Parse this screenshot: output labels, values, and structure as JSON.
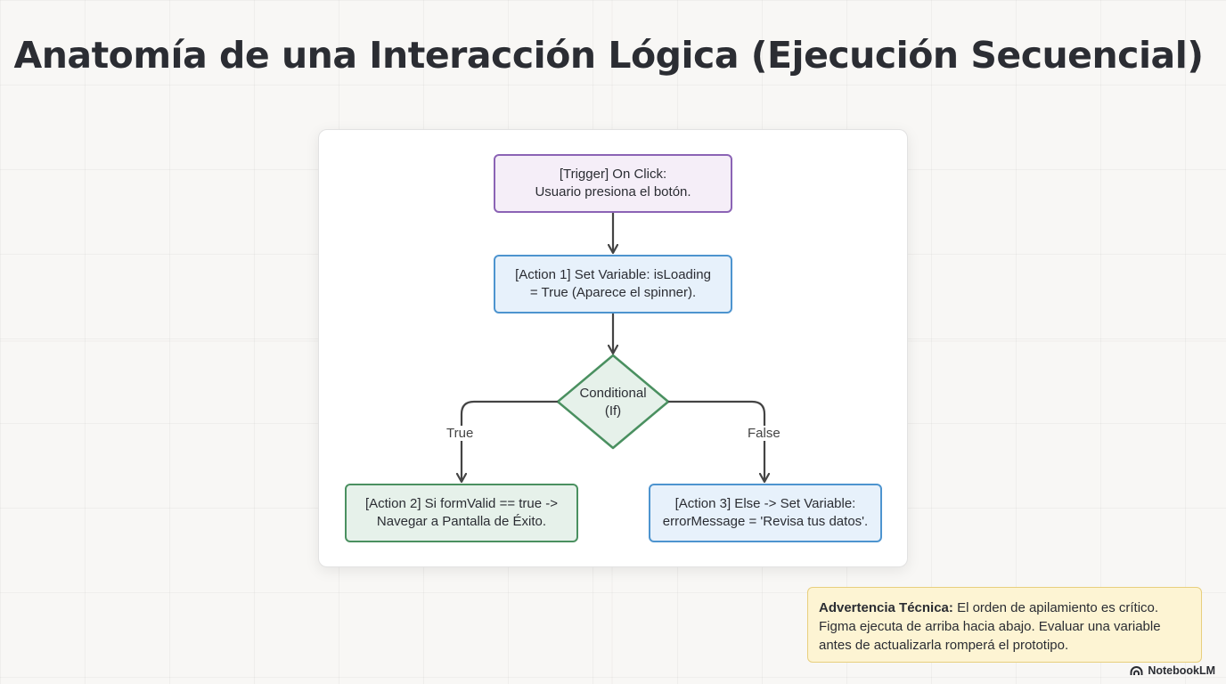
{
  "title": "Anatomía de una Interacción Lógica (Ejecución Secuencial)",
  "diagram": {
    "nodes": {
      "trigger": {
        "line1": "[Trigger] On Click:",
        "line2": "Usuario presiona el botón."
      },
      "action1": {
        "line1": "[Action 1] Set Variable: isLoading",
        "line2": "= True (Aparece el spinner)."
      },
      "conditional": {
        "line1": "Conditional",
        "line2": "(If)"
      },
      "action2": {
        "line1": "[Action 2] Si formValid == true ->",
        "line2": "Navegar a Pantalla de Éxito."
      },
      "action3": {
        "line1": "[Action 3] Else -> Set Variable:",
        "line2": "errorMessage = 'Revisa tus datos'."
      }
    },
    "branches": {
      "true_label": "True",
      "false_label": "False"
    }
  },
  "warning": {
    "heading": "Advertencia Técnica",
    "text": "El orden de apilamiento es crítico. Figma ejecuta de arriba hacia abajo. Evaluar una variable antes de actualizarla romperá el prototipo."
  },
  "brand": {
    "name": "NotebookLM",
    "icon": "notebooklm-logo-icon"
  },
  "colors": {
    "trigger_border": "#8b63b5",
    "action_border": "#4d94cf",
    "success_border": "#4a9060",
    "warning_bg": "#fdf4d3"
  }
}
